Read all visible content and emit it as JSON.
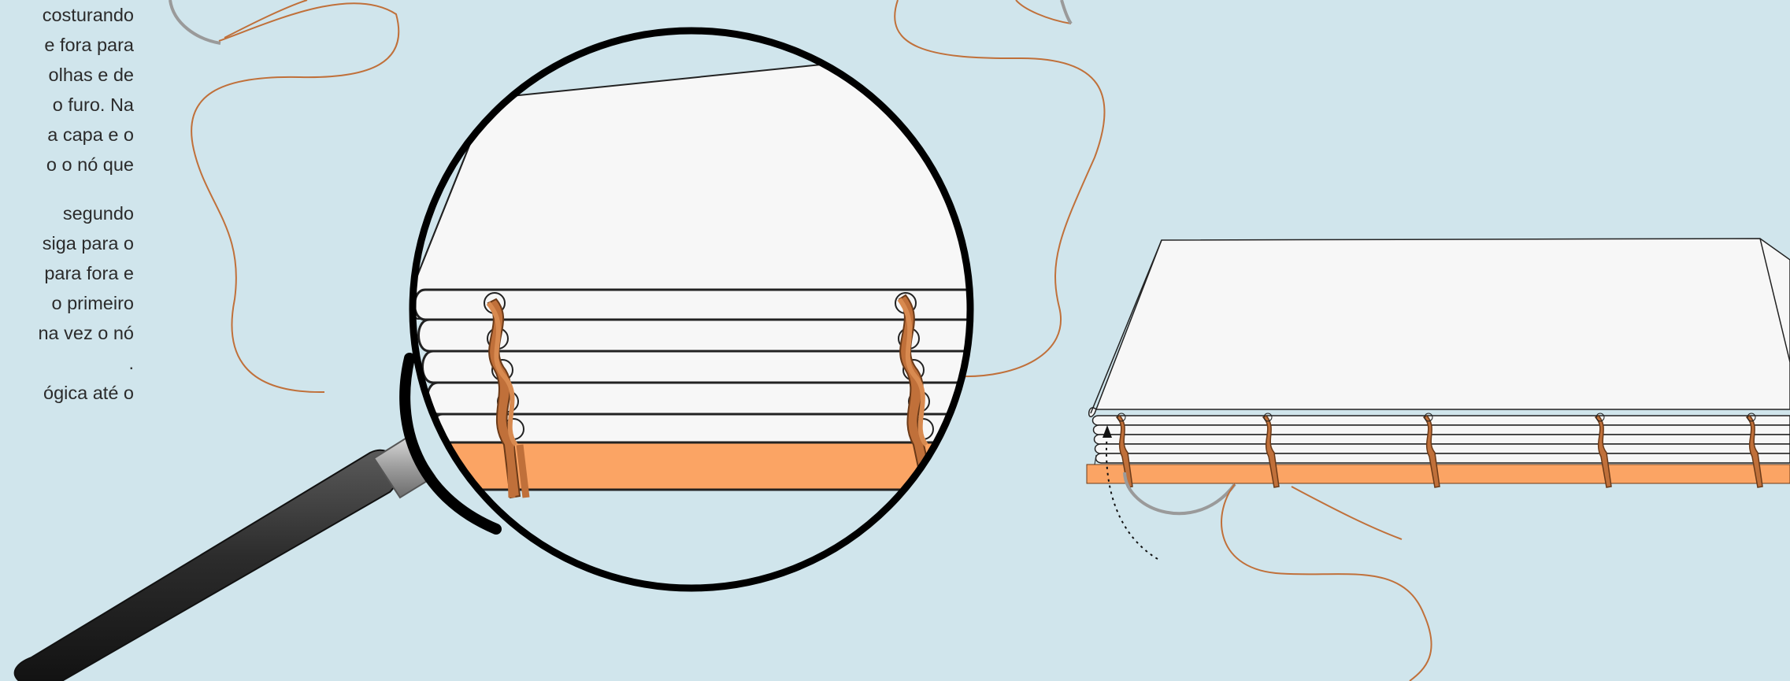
{
  "instructions": {
    "paragraph_1": [
      "costurando",
      "e fora para",
      "olhas e de",
      "o furo. Na",
      "a capa e o",
      "o o nó que"
    ],
    "paragraph_2": [
      "segundo",
      "siga para o",
      "para fora e",
      "o primeiro",
      "na vez o nó",
      "."
    ],
    "paragraph_3": [
      "ógica até o"
    ]
  },
  "illustration": {
    "magnifier_signatures": 5,
    "book_stitch_stations": 5,
    "colors": {
      "background": "#d0e5ec",
      "thread": "#c0703a",
      "cover_strip": "#fba464",
      "paper": "#f7f7f7",
      "needle": "#9a9a9a",
      "handle": "#2c2c2c"
    }
  }
}
